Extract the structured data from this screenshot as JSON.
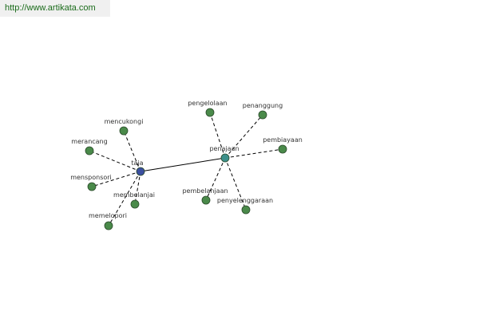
{
  "banner": {
    "url": "http://www.artikata.com"
  },
  "colors": {
    "leaf": "#4a8a4a",
    "root": "#3b4fa0",
    "hub": "#3c8f8a",
    "edge": "#000000",
    "banner_text": "#1a6b1a"
  },
  "graph": {
    "nodes": [
      {
        "id": "taja",
        "label": "taja",
        "kind": "root"
      },
      {
        "id": "penajaan",
        "label": "penajaan",
        "kind": "hub"
      },
      {
        "id": "mencukongi",
        "label": "mencukongi",
        "kind": "leaf"
      },
      {
        "id": "merancang",
        "label": "merancang",
        "kind": "leaf"
      },
      {
        "id": "mensponsori",
        "label": "mensponsori",
        "kind": "leaf"
      },
      {
        "id": "membelanjai",
        "label": "membelanjai",
        "kind": "leaf"
      },
      {
        "id": "memelopori",
        "label": "memelopori",
        "kind": "leaf"
      },
      {
        "id": "pengelolaan",
        "label": "pengelolaan",
        "kind": "leaf"
      },
      {
        "id": "penanggung",
        "label": "penanggung",
        "kind": "leaf"
      },
      {
        "id": "pembiayaan",
        "label": "pembiayaan",
        "kind": "leaf"
      },
      {
        "id": "pembelanjaan",
        "label": "pembelanjaan",
        "kind": "leaf"
      },
      {
        "id": "penyelenggaraan",
        "label": "penyelenggaraan",
        "kind": "leaf"
      }
    ],
    "edges": [
      {
        "from": "taja",
        "to": "penajaan",
        "style": "solid"
      },
      {
        "from": "taja",
        "to": "mencukongi",
        "style": "dashed"
      },
      {
        "from": "taja",
        "to": "merancang",
        "style": "dashed"
      },
      {
        "from": "taja",
        "to": "mensponsori",
        "style": "dashed"
      },
      {
        "from": "taja",
        "to": "membelanjai",
        "style": "dashed"
      },
      {
        "from": "taja",
        "to": "memelopori",
        "style": "dashed"
      },
      {
        "from": "penajaan",
        "to": "pengelolaan",
        "style": "dashed"
      },
      {
        "from": "penajaan",
        "to": "penanggung",
        "style": "dashed"
      },
      {
        "from": "penajaan",
        "to": "pembiayaan",
        "style": "dashed"
      },
      {
        "from": "penajaan",
        "to": "pembelanjaan",
        "style": "dashed"
      },
      {
        "from": "penajaan",
        "to": "penyelenggaraan",
        "style": "dashed"
      }
    ]
  }
}
